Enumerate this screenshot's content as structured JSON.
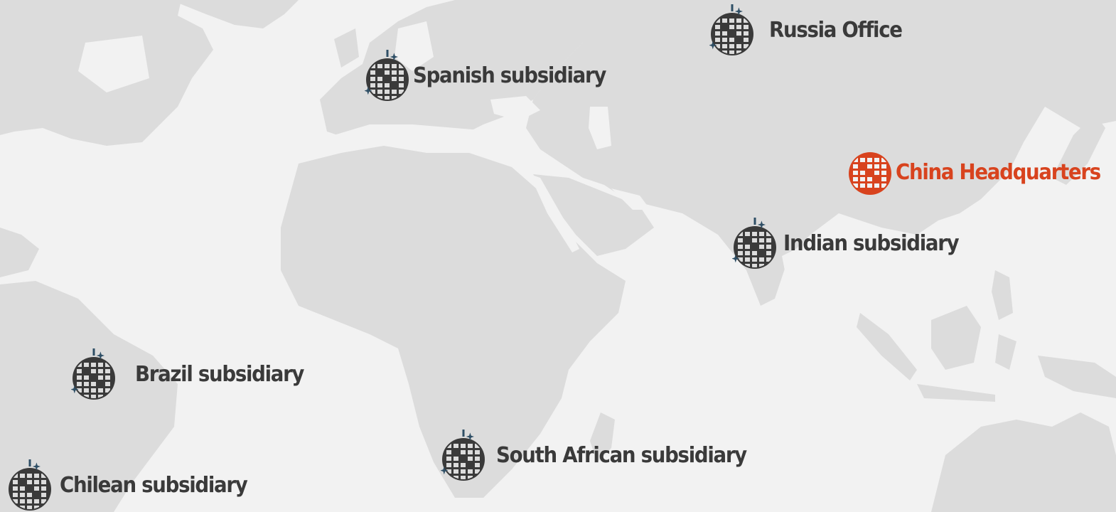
{
  "colors": {
    "background": "#f2f2f2",
    "land": "#dcdcdc",
    "marker": "#3a3a3a",
    "sparkle": "#2f4f66",
    "headquarters": "#d8431e"
  },
  "markers": [
    {
      "id": "russia",
      "label": "Russia Office",
      "icon": "disco-globe-icon",
      "type": "office"
    },
    {
      "id": "spain",
      "label": "Spanish subsidiary",
      "icon": "disco-globe-icon",
      "type": "subsidiary"
    },
    {
      "id": "china",
      "label": "China Headquarters",
      "icon": "globe-icon",
      "type": "headquarters"
    },
    {
      "id": "india",
      "label": "Indian subsidiary",
      "icon": "disco-globe-icon",
      "type": "subsidiary"
    },
    {
      "id": "brazil",
      "label": "Brazil subsidiary",
      "icon": "disco-globe-icon",
      "type": "subsidiary"
    },
    {
      "id": "south-africa",
      "label": "South African subsidiary",
      "icon": "disco-globe-icon",
      "type": "subsidiary"
    },
    {
      "id": "chile",
      "label": "Chilean subsidiary",
      "icon": "disco-globe-icon",
      "type": "subsidiary"
    }
  ]
}
